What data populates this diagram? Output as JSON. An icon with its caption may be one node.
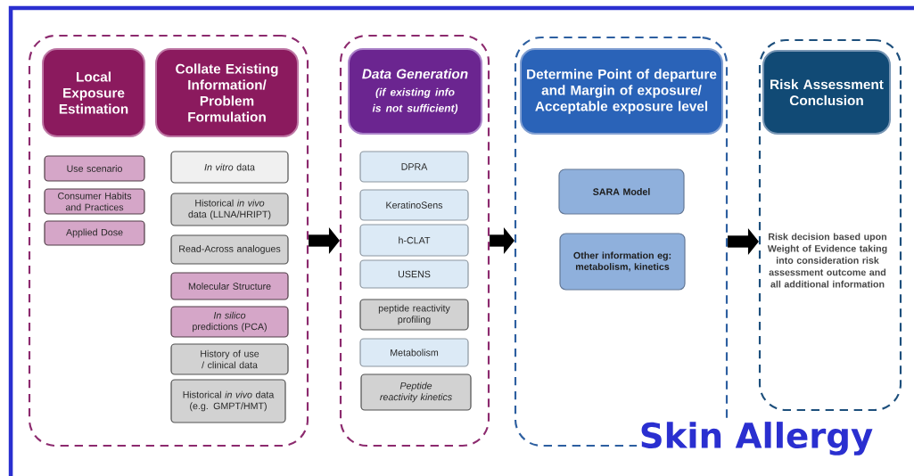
{
  "diagram": {
    "title": "Skin Allergy",
    "nodes": [
      {
        "text": [],
        "shape": "box"
      },
      {
        "text": [
          "Local Exposure Estimation"
        ],
        "in": 0
      },
      {
        "text": [
          "Collate Existing Information/ Problem Formulation"
        ],
        "in": 0
      },
      {
        "text": [
          "Use scenario"
        ],
        "in": 0
      },
      {
        "text": [
          "Consumer Habits and Practices"
        ],
        "in": 0
      },
      {
        "text": [
          "Applied Dose"
        ],
        "in": 0
      },
      {
        "text": [
          "*In vitro* data"
        ],
        "in": 0
      },
      {
        "text": [
          "Historical *in vivo* data (LLNA/HRIPT)"
        ],
        "in": 0
      },
      {
        "text": [
          "Read-Across analogues"
        ],
        "in": 0
      },
      {
        "text": [
          "Molecular Structure"
        ],
        "in": 0
      },
      {
        "text": [
          "*In silico* predictions (PCA)"
        ],
        "in": 0
      },
      {
        "text": [
          "History of use / clinical data"
        ],
        "in": 0
      },
      {
        "text": [
          "Historical *in vivo* data (e.g. GMPT/HMT)"
        ],
        "in": 0
      },
      {
        "text": [],
        "shape": "box"
      },
      {
        "text": [
          "Data Generation",
          "(if existing info is not sufficient)"
        ],
        "in": 13
      },
      {
        "text": [
          "DPRA"
        ],
        "in": 13
      },
      {
        "text": [
          "KeratinoSens"
        ],
        "in": 13
      },
      {
        "text": [
          "h-CLAT"
        ],
        "in": 13
      },
      {
        "text": [
          "USENS"
        ],
        "in": 13
      },
      {
        "text": [
          "peptide reactivity profiling"
        ],
        "in": 13
      },
      {
        "text": [
          "Metabolism"
        ],
        "in": 13
      },
      {
        "text": [
          "Peptide reactivity kinetics"
        ],
        "in": 13
      },
      {
        "text": [],
        "shape": "box"
      },
      {
        "text": [
          "Determine Point of departure and Margin of exposure/ Acceptable exposure level"
        ],
        "in": 22
      },
      {
        "text": [
          "SARA Model"
        ],
        "in": 22
      },
      {
        "text": [
          "Other information eg: metabolism, kinetics"
        ],
        "in": 22
      },
      {
        "text": [],
        "shape": "box"
      },
      {
        "text": [
          "Risk Assessment Conclusion"
        ],
        "in": 26
      }
    ],
    "edges": [
      {
        "from": 0,
        "to": 13,
        "arrow": "to"
      },
      {
        "from": 13,
        "to": 22,
        "arrow": "to"
      },
      {
        "from": 22,
        "to": 26,
        "arrow": "to"
      }
    ],
    "labels": [
      "Risk decision based upon Weight of Evidence taking into consideration risk assessment outcome and all additional information"
    ]
  }
}
